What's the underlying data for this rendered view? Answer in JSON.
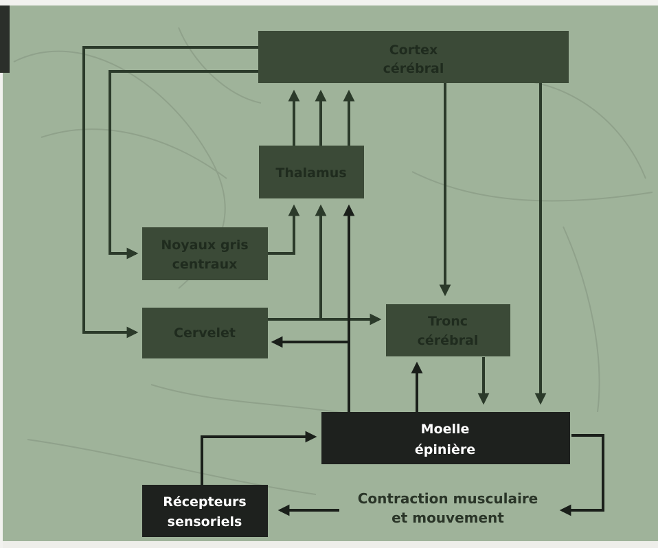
{
  "nodes": {
    "cortex": {
      "line1": "Cortex",
      "line2": "cérébral"
    },
    "thalamus": {
      "line1": "Thalamus"
    },
    "noyaux": {
      "line1": "Noyaux gris",
      "line2": "centraux"
    },
    "cervelet": {
      "line1": "Cervelet"
    },
    "tronc": {
      "line1": "Tronc",
      "line2": "cérébral"
    },
    "moelle": {
      "line1": "Moelle",
      "line2": "épinière"
    },
    "recepteurs": {
      "line1": "Récepteurs",
      "line2": "sensoriels"
    },
    "contraction": {
      "line1": "Contraction musculaire",
      "line2": "et mouvement"
    }
  },
  "colors": {
    "background": "#9fb39a",
    "green_box": "#3b4a37",
    "dark_box": "#1e211e",
    "arrow": "#2b3a2a"
  }
}
